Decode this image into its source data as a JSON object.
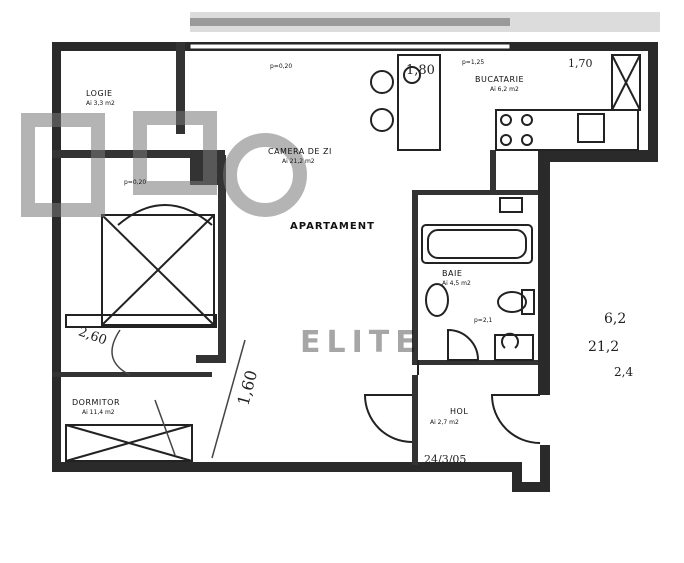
{
  "rooms": {
    "logie": {
      "name": "LOGIE",
      "area": "Ai 3,3 m2"
    },
    "camera": {
      "name": "CAMERA DE ZI",
      "area": "Ai 21,2 m2"
    },
    "bucatarie": {
      "name": "BUCATARIE",
      "area": "Ai 6,2 m2"
    },
    "baie": {
      "name": "BAIE",
      "area": "Ai 4,5 m2"
    },
    "hol": {
      "name": "HOL",
      "area": "Ai 2,7 m2"
    },
    "dormitor": {
      "name": "DORMITOR",
      "area": "Ai 11,4 m2"
    }
  },
  "heights": {
    "top_left": "p=0,20",
    "top_right": "p=1,25",
    "bedroom": "p=0,20",
    "bath_small": "p=2,1"
  },
  "title": "APARTAMENT",
  "watermark": "ELITE",
  "handwritten": {
    "dim_260": "2,60",
    "dim_160": "1,60",
    "dim_180": "1,80",
    "kitchen_note": "1,70",
    "bottom_code": "24/3/05",
    "right_note_1": "6,2",
    "right_note_2": "21,2",
    "right_note_3": "2,4"
  }
}
